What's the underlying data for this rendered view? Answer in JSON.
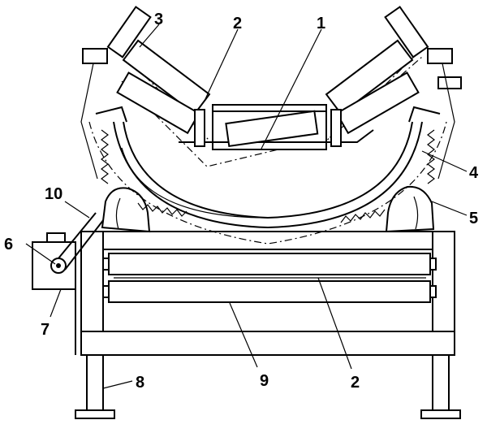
{
  "labels": {
    "n1": "1",
    "n2_top": "2",
    "n3": "3",
    "n4": "4",
    "n5": "5",
    "n6": "6",
    "n7": "7",
    "n8": "8",
    "n9": "9",
    "n2_bottom": "2",
    "n10": "10"
  }
}
